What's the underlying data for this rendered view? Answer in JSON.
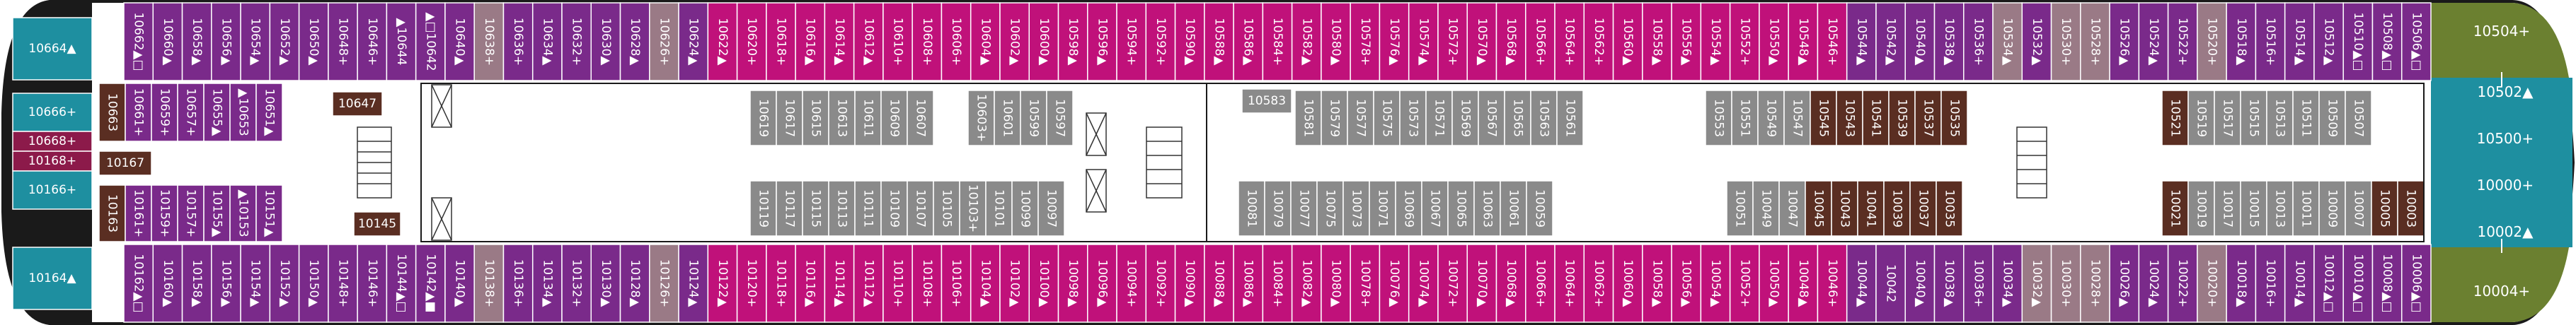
{
  "colors": {
    "purple": "#7a2a8a",
    "magenta": "#c0117a",
    "mauve": "#9a7a86",
    "teal": "#1e8fa0",
    "maroon": "#8c1a4a",
    "brown": "#5a2e22",
    "gray": "#8a8a8a",
    "olive": "#6b8030",
    "hull": "#1a1a1a",
    "deck": "#ffffff"
  },
  "bow_suites": [
    {
      "id": "10664",
      "label": "10664▲",
      "color": "teal",
      "row": "top"
    },
    {
      "id": "10666",
      "label": "10666+",
      "color": "teal",
      "row": "upper"
    },
    {
      "id": "10668",
      "label": "10668+",
      "color": "maroon",
      "row": "mid1"
    },
    {
      "id": "10168",
      "label": "10168+",
      "color": "maroon",
      "row": "mid2"
    },
    {
      "id": "10166",
      "label": "10166+",
      "color": "teal",
      "row": "lower"
    },
    {
      "id": "10164",
      "label": "10164▲",
      "color": "teal",
      "row": "bottom"
    }
  ],
  "top_row": [
    {
      "label": "10662▲□",
      "c": "purple"
    },
    {
      "label": "10660▲",
      "c": "purple"
    },
    {
      "label": "10658▲",
      "c": "purple"
    },
    {
      "label": "10656▲",
      "c": "purple"
    },
    {
      "label": "10654▲",
      "c": "purple"
    },
    {
      "label": "10652▲",
      "c": "purple"
    },
    {
      "label": "10650▲",
      "c": "purple"
    },
    {
      "label": "10648+",
      "c": "purple"
    },
    {
      "label": "10646+",
      "c": "purple"
    },
    {
      "label": "▲10644",
      "c": "purple"
    },
    {
      "label": "▲□10642",
      "c": "purple"
    },
    {
      "label": "10640▲",
      "c": "purple"
    },
    {
      "label": "10638+",
      "c": "mauve"
    },
    {
      "label": "10636+",
      "c": "purple"
    },
    {
      "label": "10634▲",
      "c": "purple"
    },
    {
      "label": "10632+",
      "c": "purple"
    },
    {
      "label": "10630▲",
      "c": "purple"
    },
    {
      "label": "10628▲",
      "c": "purple"
    },
    {
      "label": "10626+",
      "c": "mauve"
    },
    {
      "label": "10624▲",
      "c": "purple"
    },
    {
      "label": "10622▲",
      "c": "magenta"
    },
    {
      "label": "10620+",
      "c": "magenta"
    },
    {
      "label": "10618+",
      "c": "magenta"
    },
    {
      "label": "10616▲",
      "c": "magenta"
    },
    {
      "label": "10614▲",
      "c": "magenta"
    },
    {
      "label": "10612▲",
      "c": "magenta"
    },
    {
      "label": "10610+",
      "c": "magenta"
    },
    {
      "label": "10608+",
      "c": "magenta"
    },
    {
      "label": "10606+",
      "c": "magenta"
    },
    {
      "label": "10604▲",
      "c": "magenta"
    },
    {
      "label": "10602▲",
      "c": "magenta"
    },
    {
      "label": "10600▲",
      "c": "magenta"
    },
    {
      "label": "10598▲",
      "c": "magenta"
    },
    {
      "label": "10596▲",
      "c": "magenta"
    },
    {
      "label": "10594+",
      "c": "magenta"
    },
    {
      "label": "10592+",
      "c": "magenta"
    },
    {
      "label": "10590▲",
      "c": "magenta"
    },
    {
      "label": "10588▲",
      "c": "magenta"
    },
    {
      "label": "10586▲",
      "c": "magenta"
    },
    {
      "label": "10584+",
      "c": "magenta"
    },
    {
      "label": "10582▲",
      "c": "magenta"
    },
    {
      "label": "10580▲",
      "c": "magenta"
    },
    {
      "label": "10578+",
      "c": "magenta"
    },
    {
      "label": "10576▲",
      "c": "magenta"
    },
    {
      "label": "10574▲",
      "c": "magenta"
    },
    {
      "label": "10572+",
      "c": "magenta"
    },
    {
      "label": "10570▲",
      "c": "magenta"
    },
    {
      "label": "10568▲",
      "c": "magenta"
    },
    {
      "label": "10566+",
      "c": "magenta"
    },
    {
      "label": "10564+",
      "c": "magenta"
    },
    {
      "label": "10562+",
      "c": "magenta"
    },
    {
      "label": "10560▲",
      "c": "magenta"
    },
    {
      "label": "10558▲",
      "c": "magenta"
    },
    {
      "label": "10556▲",
      "c": "magenta"
    },
    {
      "label": "10554▲",
      "c": "magenta"
    },
    {
      "label": "10552+",
      "c": "magenta"
    },
    {
      "label": "10550▲",
      "c": "magenta"
    },
    {
      "label": "10548▲",
      "c": "magenta"
    },
    {
      "label": "10546+",
      "c": "magenta"
    },
    {
      "label": "10544▲",
      "c": "purple"
    },
    {
      "label": "10542▲",
      "c": "purple"
    },
    {
      "label": "10540▲",
      "c": "purple"
    },
    {
      "label": "10538▲",
      "c": "purple"
    },
    {
      "label": "10536+",
      "c": "purple"
    },
    {
      "label": "10534▲",
      "c": "mauve"
    },
    {
      "label": "10532▲",
      "c": "purple"
    },
    {
      "label": "10530+",
      "c": "mauve"
    },
    {
      "label": "10528+",
      "c": "mauve"
    },
    {
      "label": "10526▲",
      "c": "purple"
    },
    {
      "label": "10524▲",
      "c": "purple"
    },
    {
      "label": "10522+",
      "c": "purple"
    },
    {
      "label": "10520+",
      "c": "mauve"
    },
    {
      "label": "10518▲",
      "c": "purple"
    },
    {
      "label": "10516+",
      "c": "purple"
    },
    {
      "label": "10514▲",
      "c": "purple"
    },
    {
      "label": "10512▲",
      "c": "purple"
    },
    {
      "label": "10510▲□",
      "c": "purple"
    },
    {
      "label": "10508▲□",
      "c": "purple"
    },
    {
      "label": "10506▲□",
      "c": "purple"
    }
  ],
  "bottom_row": [
    {
      "label": "10162▲□",
      "c": "purple"
    },
    {
      "label": "10160▲",
      "c": "purple"
    },
    {
      "label": "10158▲",
      "c": "purple"
    },
    {
      "label": "10156▲",
      "c": "purple"
    },
    {
      "label": "10154▲",
      "c": "purple"
    },
    {
      "label": "10152▲",
      "c": "purple"
    },
    {
      "label": "10150▲",
      "c": "purple"
    },
    {
      "label": "10148+",
      "c": "purple"
    },
    {
      "label": "10146+",
      "c": "purple"
    },
    {
      "label": "10144▲□",
      "c": "purple"
    },
    {
      "label": "10142▲■",
      "c": "purple"
    },
    {
      "label": "10140▲",
      "c": "purple"
    },
    {
      "label": "10138+",
      "c": "mauve"
    },
    {
      "label": "10136+",
      "c": "purple"
    },
    {
      "label": "10134▲",
      "c": "purple"
    },
    {
      "label": "10132+",
      "c": "purple"
    },
    {
      "label": "10130▲",
      "c": "purple"
    },
    {
      "label": "10128▲",
      "c": "purple"
    },
    {
      "label": "10126+",
      "c": "mauve"
    },
    {
      "label": "10124▲",
      "c": "purple"
    },
    {
      "label": "10122▲",
      "c": "magenta"
    },
    {
      "label": "10120+",
      "c": "magenta"
    },
    {
      "label": "10118+",
      "c": "magenta"
    },
    {
      "label": "10116▲",
      "c": "magenta"
    },
    {
      "label": "10114▲",
      "c": "magenta"
    },
    {
      "label": "10112▲",
      "c": "magenta"
    },
    {
      "label": "10110+",
      "c": "magenta"
    },
    {
      "label": "10108+",
      "c": "magenta"
    },
    {
      "label": "10106+",
      "c": "magenta"
    },
    {
      "label": "10104▲",
      "c": "magenta"
    },
    {
      "label": "10102▲",
      "c": "magenta"
    },
    {
      "label": "10100▲",
      "c": "magenta"
    },
    {
      "label": "10098▲",
      "c": "magenta"
    },
    {
      "label": "10096▲",
      "c": "magenta"
    },
    {
      "label": "10094+",
      "c": "magenta"
    },
    {
      "label": "10092+",
      "c": "magenta"
    },
    {
      "label": "10090▲",
      "c": "magenta"
    },
    {
      "label": "10088▲",
      "c": "magenta"
    },
    {
      "label": "10086▲",
      "c": "magenta"
    },
    {
      "label": "10084+",
      "c": "magenta"
    },
    {
      "label": "10082▲",
      "c": "magenta"
    },
    {
      "label": "10080▲",
      "c": "magenta"
    },
    {
      "label": "10078+",
      "c": "magenta"
    },
    {
      "label": "10076▲",
      "c": "magenta"
    },
    {
      "label": "10074▲",
      "c": "magenta"
    },
    {
      "label": "10072+",
      "c": "magenta"
    },
    {
      "label": "10070▲",
      "c": "magenta"
    },
    {
      "label": "10068▲",
      "c": "magenta"
    },
    {
      "label": "10066+",
      "c": "magenta"
    },
    {
      "label": "10064+",
      "c": "magenta"
    },
    {
      "label": "10062+",
      "c": "magenta"
    },
    {
      "label": "10060▲",
      "c": "magenta"
    },
    {
      "label": "10058▲",
      "c": "magenta"
    },
    {
      "label": "10056▲",
      "c": "magenta"
    },
    {
      "label": "10054▲",
      "c": "magenta"
    },
    {
      "label": "10052+",
      "c": "magenta"
    },
    {
      "label": "10050▲",
      "c": "magenta"
    },
    {
      "label": "10048▲",
      "c": "magenta"
    },
    {
      "label": "10046+",
      "c": "magenta"
    },
    {
      "label": "10044▲",
      "c": "purple"
    },
    {
      "label": "10042",
      "c": "purple"
    },
    {
      "label": "10040▲",
      "c": "purple"
    },
    {
      "label": "10038▲",
      "c": "purple"
    },
    {
      "label": "10036+",
      "c": "purple"
    },
    {
      "label": "10034▲",
      "c": "purple"
    },
    {
      "label": "10032▲",
      "c": "mauve"
    },
    {
      "label": "10030+",
      "c": "mauve"
    },
    {
      "label": "10028+",
      "c": "mauve"
    },
    {
      "label": "10026▲",
      "c": "purple"
    },
    {
      "label": "10024▲",
      "c": "purple"
    },
    {
      "label": "10022+",
      "c": "purple"
    },
    {
      "label": "10020+",
      "c": "mauve"
    },
    {
      "label": "10018▲",
      "c": "purple"
    },
    {
      "label": "10016+",
      "c": "purple"
    },
    {
      "label": "10014▲",
      "c": "purple"
    },
    {
      "label": "10012▲□",
      "c": "purple"
    },
    {
      "label": "10010▲□",
      "c": "purple"
    },
    {
      "label": "10008▲□",
      "c": "purple"
    },
    {
      "label": "10006▲□",
      "c": "purple"
    }
  ],
  "inner_top_fwd": [
    {
      "label": "10663",
      "c": "brown"
    },
    {
      "label": "10661+",
      "c": "purple"
    },
    {
      "label": "10659+",
      "c": "purple"
    },
    {
      "label": "10657+",
      "c": "purple"
    },
    {
      "label": "10655▲",
      "c": "purple"
    },
    {
      "label": "▲10653",
      "c": "purple"
    },
    {
      "label": "10651▲",
      "c": "purple"
    }
  ],
  "inner_bottom_fwd": [
    {
      "label": "10163",
      "c": "brown"
    },
    {
      "label": "10161+",
      "c": "purple"
    },
    {
      "label": "10159+",
      "c": "purple"
    },
    {
      "label": "10157+",
      "c": "purple"
    },
    {
      "label": "10155▲",
      "c": "purple"
    },
    {
      "label": "▲10153",
      "c": "purple"
    },
    {
      "label": "10151▲",
      "c": "purple"
    }
  ],
  "standalone": {
    "c10647": "10647",
    "c10167": "10167",
    "c10145": "10145",
    "c10583": "10583"
  },
  "inner_top_a": [
    {
      "label": "10619"
    },
    {
      "label": "10617"
    },
    {
      "label": "10615"
    },
    {
      "label": "10613"
    },
    {
      "label": "10611"
    },
    {
      "label": "10609"
    },
    {
      "label": "10607"
    }
  ],
  "inner_top_b": [
    {
      "label": "10603+"
    },
    {
      "label": "10601"
    },
    {
      "label": "10599"
    },
    {
      "label": "10597"
    }
  ],
  "inner_top_c": [
    {
      "label": "10581"
    },
    {
      "label": "10579"
    },
    {
      "label": "10577"
    },
    {
      "label": "10575"
    },
    {
      "label": "10573"
    },
    {
      "label": "10571"
    },
    {
      "label": "10569"
    },
    {
      "label": "10567"
    },
    {
      "label": "10565"
    },
    {
      "label": "10563"
    },
    {
      "label": "10561"
    }
  ],
  "inner_top_d": [
    {
      "label": "10553",
      "c": "gray"
    },
    {
      "label": "10551",
      "c": "gray"
    },
    {
      "label": "10549",
      "c": "gray"
    },
    {
      "label": "10547",
      "c": "gray"
    },
    {
      "label": "10545",
      "c": "brown"
    },
    {
      "label": "10543",
      "c": "brown"
    },
    {
      "label": "10541",
      "c": "brown"
    },
    {
      "label": "10539",
      "c": "brown"
    },
    {
      "label": "10537",
      "c": "brown"
    },
    {
      "label": "10535",
      "c": "brown"
    }
  ],
  "inner_top_e": [
    {
      "label": "10521",
      "c": "brown"
    },
    {
      "label": "10519",
      "c": "gray"
    },
    {
      "label": "10517",
      "c": "gray"
    },
    {
      "label": "10515",
      "c": "gray"
    },
    {
      "label": "10513",
      "c": "gray"
    },
    {
      "label": "10511",
      "c": "gray"
    },
    {
      "label": "10509",
      "c": "gray"
    },
    {
      "label": "10507",
      "c": "gray"
    }
  ],
  "inner_bottom_a": [
    {
      "label": "10119"
    },
    {
      "label": "10117"
    },
    {
      "label": "10115"
    },
    {
      "label": "10113"
    },
    {
      "label": "10111"
    },
    {
      "label": "10109"
    },
    {
      "label": "10107"
    },
    {
      "label": "10105"
    },
    {
      "label": "10103+"
    },
    {
      "label": "10101"
    },
    {
      "label": "10099"
    },
    {
      "label": "10097"
    }
  ],
  "inner_bottom_c": [
    {
      "label": "10081"
    },
    {
      "label": "10079"
    },
    {
      "label": "10077"
    },
    {
      "label": "10075"
    },
    {
      "label": "10073"
    },
    {
      "label": "10071"
    },
    {
      "label": "10069"
    },
    {
      "label": "10067"
    },
    {
      "label": "10065"
    },
    {
      "label": "10063"
    },
    {
      "label": "10061"
    },
    {
      "label": "10059"
    }
  ],
  "inner_bottom_d": [
    {
      "label": "10051",
      "c": "gray"
    },
    {
      "label": "10049",
      "c": "gray"
    },
    {
      "label": "10047",
      "c": "gray"
    },
    {
      "label": "10045",
      "c": "brown"
    },
    {
      "label": "10043",
      "c": "brown"
    },
    {
      "label": "10041",
      "c": "brown"
    },
    {
      "label": "10039",
      "c": "brown"
    },
    {
      "label": "10037",
      "c": "brown"
    },
    {
      "label": "10035",
      "c": "brown"
    }
  ],
  "inner_bottom_e": [
    {
      "label": "10021",
      "c": "brown"
    },
    {
      "label": "10019",
      "c": "gray"
    },
    {
      "label": "10017",
      "c": "gray"
    },
    {
      "label": "10015",
      "c": "gray"
    },
    {
      "label": "10013",
      "c": "gray"
    },
    {
      "label": "10011",
      "c": "gray"
    },
    {
      "label": "10009",
      "c": "gray"
    },
    {
      "label": "10007",
      "c": "gray"
    },
    {
      "label": "10005",
      "c": "brown"
    },
    {
      "label": "10003",
      "c": "brown"
    }
  ],
  "aft_suites": {
    "top": "10504+",
    "bottom": "10004+",
    "middle": [
      "10502▲",
      "10500+",
      "10000+",
      "10002▲"
    ]
  }
}
